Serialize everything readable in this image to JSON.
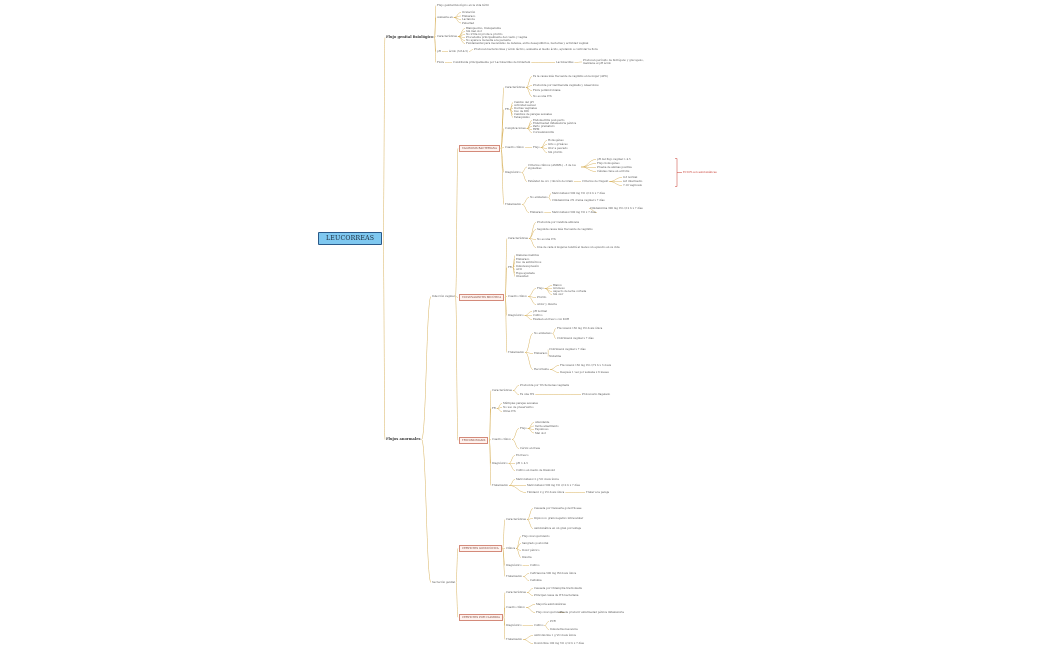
{
  "root": "LEUCORREAS",
  "top": {
    "label": "Flujo genital fisiológico",
    "items": [
      "Flujo genital fisiológico en la vida fértil",
      "Aumenta en",
      "Características",
      "pH",
      "Flora"
    ],
    "aumenta": [
      "Ovulación",
      "Embarazo",
      "Lactancia",
      "Pubertad"
    ],
    "caracteristicas": [
      "Blanquecino, transparente",
      "Sin mal olor",
      "No irrita ni produce prurito",
      "Procedente principalmente del cuello y vagina",
      "No aparece molestia a la paciente",
      "Fundamental para mecanismo de defensa, entre desequilibrios, bacterias y actividad vaginal"
    ],
    "ph_label": "ácido (3.8-4.5)",
    "ph_text": "Producen bacteriocinas y ácido láctico, aumenta el medio ácido, ayudando a controlar la flora",
    "flora_label": "Constituida principalmente por Lactobacillus de Döderlein",
    "flora_mid": "Lactobacillus",
    "flora_end": "Producen peróxido de hidrógeno y glucogeno, mantiene el pH ácido"
  },
  "bottom_label": "Flujos anormales",
  "infeccion": "Infección vaginal",
  "secrecion": "Secreción genital",
  "vagBact": {
    "title": "VAGINOSIS BACTERIANA",
    "caract": "Características",
    "caract_items": [
      "Es la causa más frecuente de vaginitis en la mujer (40%)",
      "Producida por Gardnerella vaginalis y Anaerobios",
      "Flora polimicrobiana",
      "No es una ITS"
    ],
    "fr": "FR",
    "fr_items": [
      "Cambio del pH",
      "Actividad sexual",
      "Duchas vaginales",
      "Uso de DIU",
      "Cambios de parejas sexuales",
      "Tabaquismo"
    ],
    "complicaciones": "Complicaciones",
    "comp_items": [
      "Endometritis post-parto",
      "Enfermedad inflamatoria pélvica",
      "Parto prematuro",
      "RPM",
      "Corioamnionitis"
    ],
    "clinica": "Cuadro clínico",
    "flujo": "Flujo",
    "flujo_items": [
      "Homogéneo",
      "Gris o grisáceo",
      "Olor a pescado",
      "Sin prurito"
    ],
    "diagnostico": "Diagnóstico",
    "amsel": "Criterios clínicos (AMSEL) - 3 de los siguientes",
    "amsel_items": [
      "pH del flujo vaginal > 4.5",
      "Flujo homogéneo",
      "Prueba de aminas positiva",
      "Células clave en el frotis"
    ],
    "gold": "Estándar de oro / tinción de Gram",
    "nugent": "Criterios de Nugent",
    "nugent_items": [
      "0-3 normal",
      "4-6 intermedio",
      "7-10 vaginosis"
    ],
    "red_note": "El 50% son asintomáticas",
    "tratamiento": "Tratamiento",
    "no_emb": "No embarazo",
    "no_emb_items": [
      "Metronidazol 500 mg VO c/12 h x 7 días",
      "Clindamicina 2% crema vaginal x 7 días"
    ],
    "embarazo": "Embarazo",
    "emb_items": [
      "Metronidazol 500 mg VO x 7 días",
      "Clindamicina 300 mg VO c/12 h x 7 días"
    ]
  },
  "vulvo": {
    "title": "VULVOVAGINITIS MICÓTICA",
    "caract": "Características",
    "caract_items": [
      "Producida por Candida albicans",
      "Segunda causa más frecuente de vaginitis",
      "No es una ITS"
    ],
    "caract_far": "Una de cada 4 mujeres tendrá al menos un episodio en su vida",
    "fr": "FR",
    "fr_items": [
      "Diabetes mellitus",
      "Embarazo",
      "Uso de antibióticos",
      "Inmunosupresión",
      "ACO",
      "Ropa ajustada",
      "Obesidad"
    ],
    "clinica": "Cuadro clínico",
    "flujo": "Flujo",
    "flujo_items": [
      "Blanco",
      "Grumoso",
      "Aspecto de leche cortada",
      "Sin olor"
    ],
    "prurito": "Prurito",
    "ardor": "Ardor y disuria",
    "diagnostico": "Diagnóstico",
    "dx_items": [
      "pH normal",
      "Cultivo",
      "Examen en fresco con KOH"
    ],
    "tratamiento": "Tratamiento",
    "no_emb": "No embarazo",
    "no_emb_items": [
      "Fluconazol 150 mg VO dosis única",
      "Clotrimazol vaginal x 7 días"
    ],
    "embarazo": "Embarazo",
    "emb_items": [
      "Clotrimazol vaginal x 7 días",
      "Nistatina"
    ],
    "recurrente": "Recurrente",
    "rec_items": [
      "Fluconazol 150 mg VO c/72 h x 3 dosis",
      "Después 1 vez por semana x 6 meses"
    ]
  },
  "trico": {
    "title": "TRICOMONIASIS",
    "caract": "Características",
    "caract_items": [
      "Producida por Trichomonas vaginalis",
      "Es una ITS"
    ],
    "caract_far": "Protozoario flagelado",
    "fr": "FR",
    "fr_items": [
      "Múltiples parejas sexuales",
      "No uso de preservativo",
      "Otras ITS"
    ],
    "clinica": "Cuadro clínico",
    "flujo": "Flujo",
    "flujo_items": [
      "Abundante",
      "Verde amarillento",
      "Espumoso",
      "Mal olor"
    ],
    "cervix": "Cérvix en fresa",
    "diagnostico": "Diagnóstico",
    "dx_items": [
      "En fresco",
      "pH > 4.5"
    ],
    "dx_far": "Cultivo en medio de Diamond",
    "tratamiento": "Tratamiento",
    "tx_items": [
      "Metronidazol 2 g VO dosis única",
      "Metronidazol 500 mg VO c/12 h x 7 días",
      "Tinidazol 2 g VO dosis única"
    ],
    "tx_note": "Tratar a la pareja"
  },
  "cervi": {
    "title": "CERVICITIS GONOCÓCICA",
    "caract": "Características",
    "caract_items": [
      "Causada por Neisseria gonorrhoeae",
      "Diplococo gram negativo intracelular"
    ],
    "caract_far": "Asintomática en un gran porcentaje",
    "clinica": "Clínica",
    "clin_items": [
      "Flujo mucopurulento",
      "Sangrado postcoital",
      "Dolor pélvico",
      "Disuria"
    ],
    "diagnostico": "Diagnóstico",
    "dx": "Cultivo",
    "tratamiento": "Tratamiento",
    "tx_items": [
      "Ceftriaxona 500 mg IM dosis única",
      "Cefixima"
    ]
  },
  "clami": {
    "title": "CERVICITIS POR CLAMIDIA",
    "caract": "Características",
    "caract_items": [
      "Causada por Chlamydia trachomatis",
      "Principal causa de ITS bacteriana"
    ],
    "clinica": "Cuadro clínico",
    "clin_items": [
      "Mayoría asintomáticas",
      "Flujo mucopurulento"
    ],
    "clin_far": "Puede producir enfermedad pélvica inflamatoria",
    "diagnostico": "Diagnóstico",
    "cultivo": "Cultivo",
    "cult_items": [
      "PCR",
      "Inmunofluorescencia"
    ],
    "tratamiento": "Tratamiento",
    "tx_items": [
      "Azitromicina 1 g VO dosis única",
      "Doxiciclina 100 mg VO c/12 h x 7 días"
    ]
  }
}
